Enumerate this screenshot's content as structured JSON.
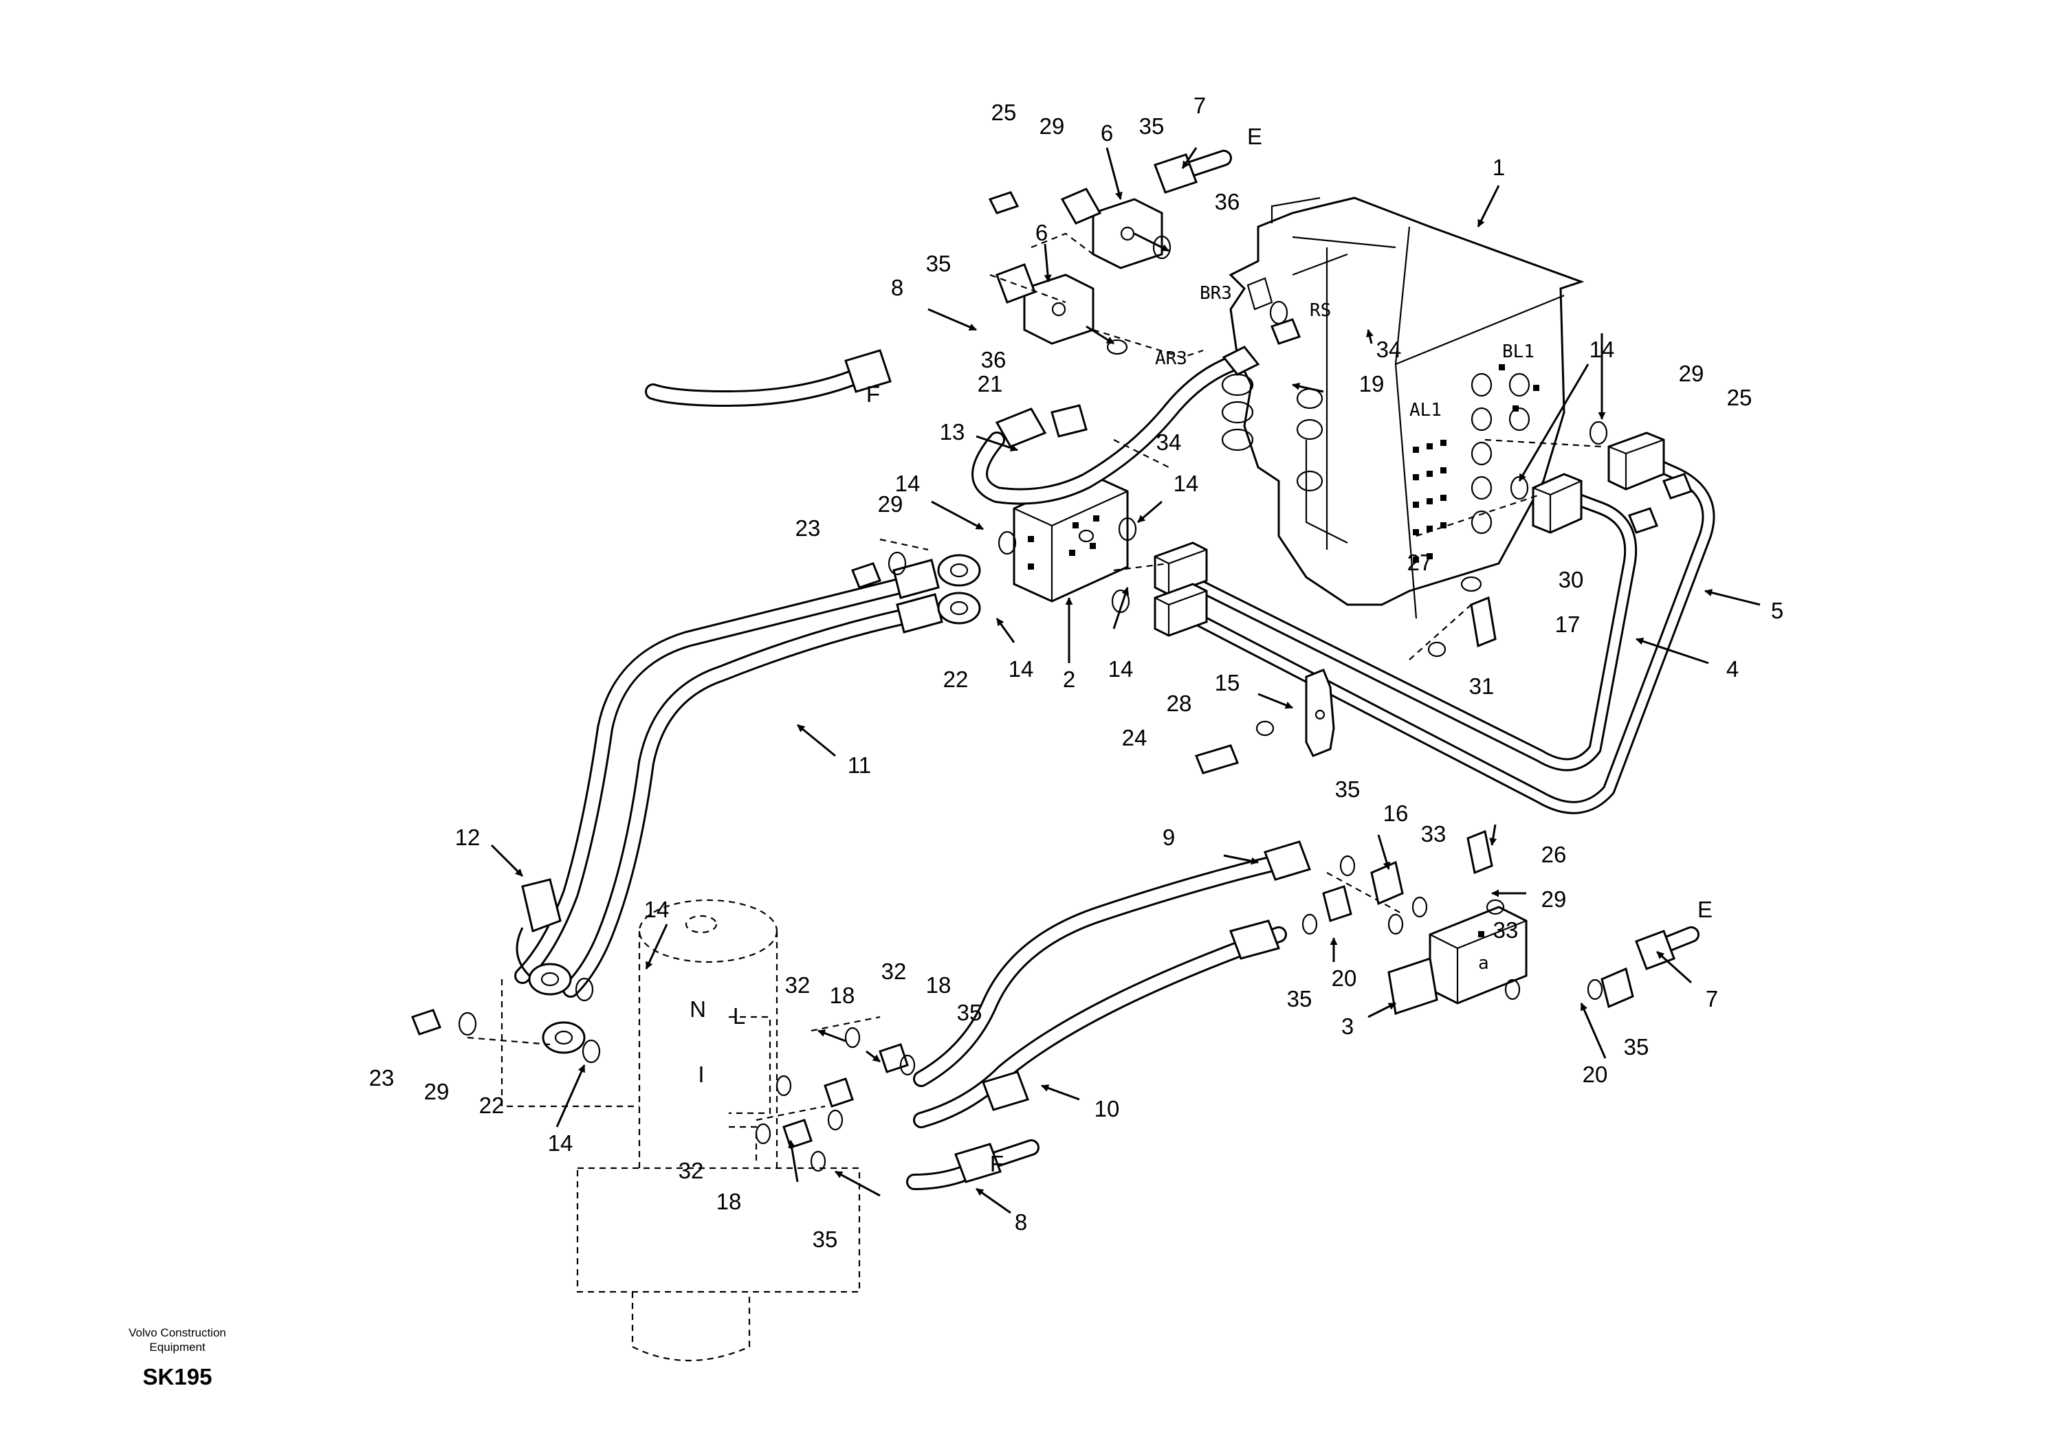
{
  "diagram": {
    "callouts": [
      "1",
      "2",
      "3",
      "4",
      "5",
      "6",
      "7",
      "8",
      "9",
      "10",
      "11",
      "12",
      "13",
      "14",
      "15",
      "16",
      "17",
      "18",
      "19",
      "20",
      "21",
      "22",
      "23",
      "24",
      "25",
      "26",
      "27",
      "28",
      "29",
      "30",
      "31",
      "32",
      "33",
      "34",
      "35",
      "36"
    ],
    "port_labels": {
      "e": "E",
      "f": "F",
      "br3": "BR3",
      "rs": "RS",
      "ar3": "AR3",
      "bl1": "BL1",
      "al1": "AL1",
      "n": "N",
      "l": "L",
      "i": "I",
      "a": "a"
    },
    "footer": {
      "company_line1": "Volvo Construction",
      "company_line2": "Equipment",
      "model": "SK195"
    }
  }
}
